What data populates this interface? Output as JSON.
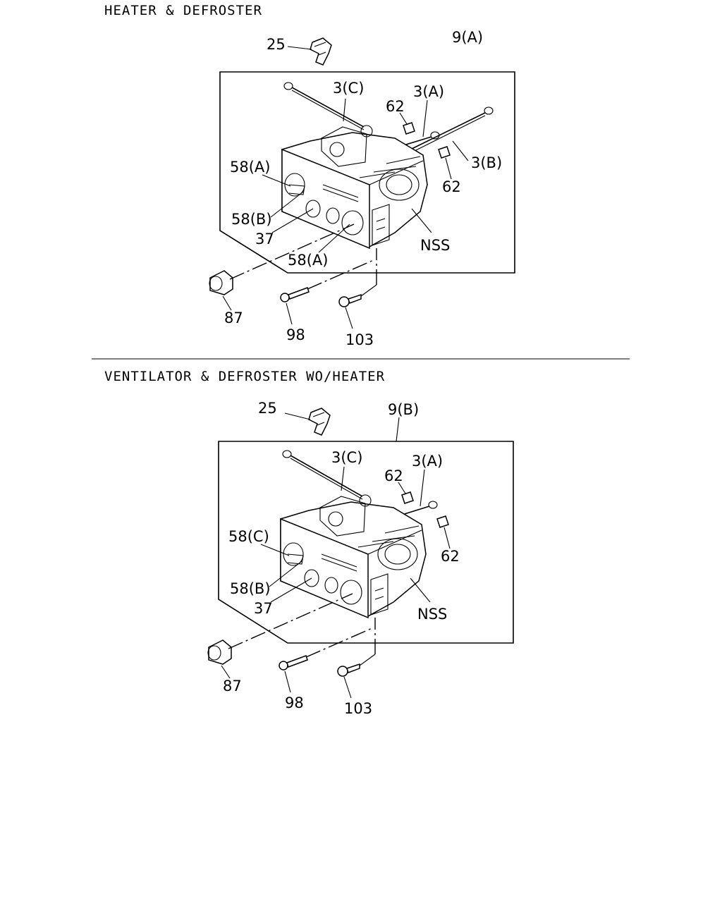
{
  "sections": [
    {
      "title": "HEATER & DEFROSTER",
      "labels": {
        "clip": "25",
        "assembly": "9(A)",
        "cable_c": "3(C)",
        "cable_a": "3(A)",
        "cable_b": "3(B)",
        "pin_top": "62",
        "pin_right": "62",
        "knob_top": "58(A)",
        "knob_middle": "58(B)",
        "bulb": "37",
        "knob_bottom": "58(A)",
        "nss": "NSS",
        "socket": "87",
        "bolt": "98",
        "screw": "103"
      }
    },
    {
      "title": "VENTILATOR & DEFROSTER WO/HEATER",
      "labels": {
        "clip": "25",
        "assembly": "9(B)",
        "cable_c": "3(C)",
        "cable_a": "3(A)",
        "pin_top": "62",
        "pin_right": "62",
        "knob_top": "58(C)",
        "knob_middle": "58(B)",
        "bulb": "37",
        "nss": "NSS",
        "socket": "87",
        "bolt": "98",
        "screw": "103"
      }
    }
  ]
}
